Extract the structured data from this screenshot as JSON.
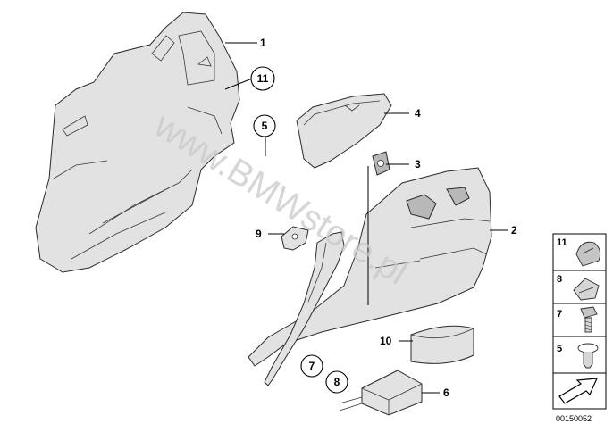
{
  "callouts": {
    "n1": "1",
    "n2": "2",
    "n3": "3",
    "n4": "4",
    "n5": "5",
    "n7": "7",
    "n8": "8",
    "n9": "9",
    "n10": "10",
    "n11": "11",
    "n6": "6"
  },
  "legend": {
    "items": [
      "11",
      "8",
      "7",
      "5"
    ]
  },
  "diagram_id": "00150052",
  "watermark": "www.BMWstore.pl",
  "colors": {
    "part_fill": "#e2e2e2",
    "part_dark": "#b8b8b8",
    "line": "#2a2a2a"
  }
}
